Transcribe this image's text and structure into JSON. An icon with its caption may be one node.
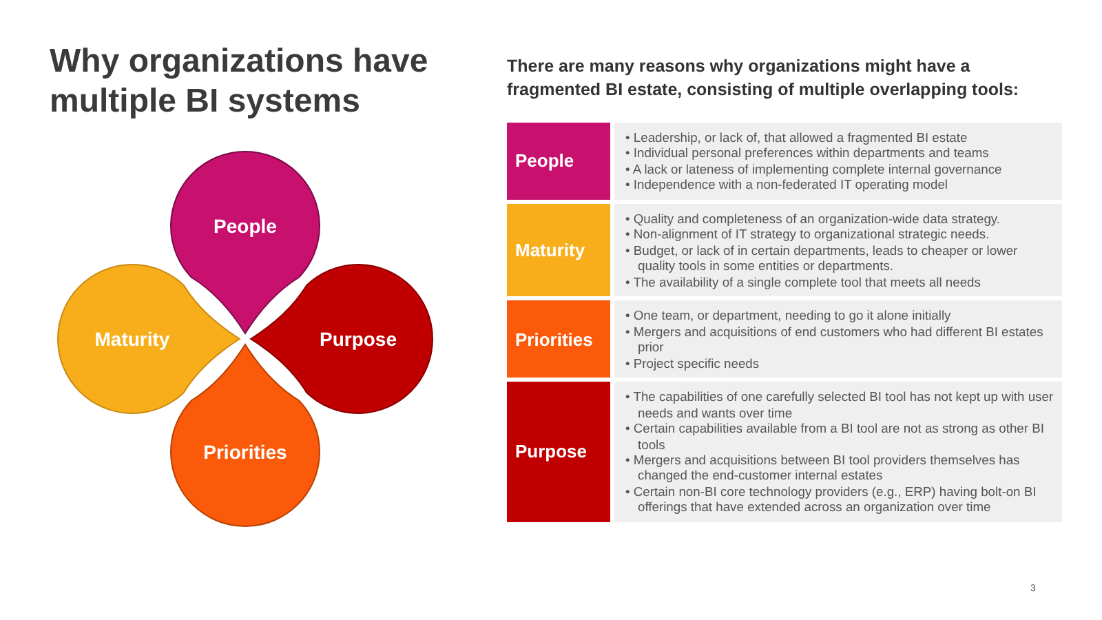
{
  "diagram": {
    "title": "Why organizations have multiple BI systems",
    "nodes": [
      {
        "text": [
          "People"
        ]
      },
      {
        "text": [
          "Maturity"
        ]
      },
      {
        "text": [
          "Purpose"
        ]
      },
      {
        "text": [
          "Priorities"
        ]
      },
      {
        "text": [
          "People"
        ]
      },
      {
        "text": [
          "• Leadership, or lack of, that allowed a fragmented BI estate",
          "• Individual personal preferences within departments and teams",
          "• A lack or lateness of implementing complete internal governance",
          "• Independence with a non-federated IT operating model"
        ]
      },
      {
        "text": [
          "Maturity"
        ]
      },
      {
        "text": [
          "• Quality and completeness of an organization-wide data strategy.",
          "• Non-alignment of IT strategy to organizational strategic needs.",
          "• Budget, or lack of in certain departments, leads to cheaper or lower quality tools in some entities or departments.",
          "• The availability of a single complete tool that meets all needs"
        ]
      },
      {
        "text": [
          "Priorities"
        ]
      },
      {
        "text": [
          "• One team, or department, needing to go it alone initially",
          "• Mergers and acquisitions of end customers who had different BI estates prior",
          "• Project specific needs"
        ]
      },
      {
        "text": [
          "Purpose"
        ]
      },
      {
        "text": [
          "• The capabilities of one carefully selected BI tool has not kept up with user needs and wants over time",
          "• Certain capabilities available from a BI tool are not as strong as other BI tools",
          "• Mergers and acquisitions between BI tool providers themselves has changed the end-customer internal estates",
          "• Certain non-BI core technology providers (e.g., ERP) having bolt-on BI offerings that have extended across an organization over time"
        ]
      }
    ],
    "edges": [],
    "labels": [
      "There are many reasons why organizations might have a fragmented BI estate, consisting of multiple overlapping tools:",
      "3"
    ]
  }
}
